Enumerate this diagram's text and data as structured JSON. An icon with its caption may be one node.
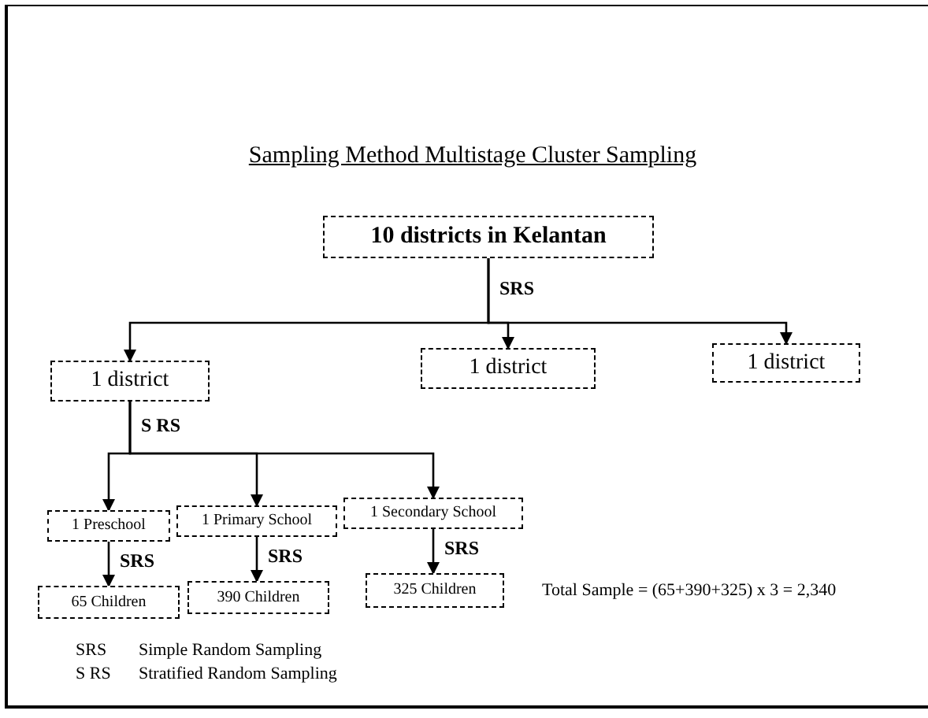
{
  "diagram": {
    "title": "Sampling Method  Multistage Cluster Sampling",
    "nodes": [
      {
        "text": [
          "10 districts in Kelantan"
        ]
      },
      {
        "text": [
          "1 district"
        ]
      },
      {
        "text": [
          "1 district"
        ]
      },
      {
        "text": [
          "1 district"
        ]
      },
      {
        "text": [
          "1 Preschool"
        ]
      },
      {
        "text": [
          "1 Primary School"
        ]
      },
      {
        "text": [
          "1 Secondary School"
        ]
      },
      {
        "text": [
          "65 Children"
        ]
      },
      {
        "text": [
          "390 Children"
        ]
      },
      {
        "text": [
          "325 Children"
        ]
      }
    ],
    "edges": [
      {
        "from": 0,
        "to": 1,
        "arrow": "to"
      },
      {
        "from": 0,
        "to": 2,
        "arrow": "to",
        "label": "SRS"
      },
      {
        "from": 0,
        "to": 3,
        "arrow": "to"
      },
      {
        "from": 1,
        "to": 4,
        "arrow": "to",
        "label": "S RS"
      },
      {
        "from": 1,
        "to": 5,
        "arrow": "to"
      },
      {
        "from": 1,
        "to": 6,
        "arrow": "to"
      },
      {
        "from": 4,
        "to": 7,
        "arrow": "to",
        "label": "SRS"
      },
      {
        "from": 5,
        "to": 8,
        "arrow": "to",
        "label": "SRS"
      },
      {
        "from": 6,
        "to": 9,
        "arrow": "to",
        "label": "SRS"
      }
    ],
    "labels": [
      "Total Sample = (65+390+325) x 3 = 2,340",
      "SRS",
      "Simple Random Sampling",
      "S RS",
      "Stratified Random Sampling"
    ]
  }
}
